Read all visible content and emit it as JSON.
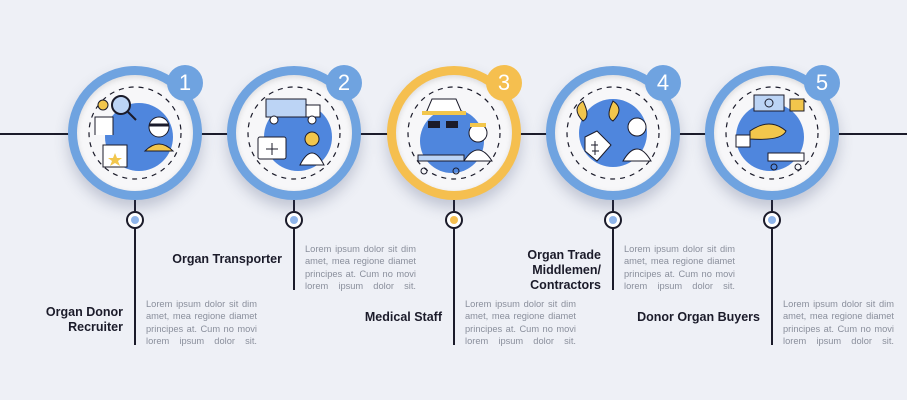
{
  "colors": {
    "ring_blue": "#6fa3e0",
    "ring_yellow": "#f5bf4f",
    "background": "#eef0f6",
    "accent_blob": "#4f86dd",
    "icon_yellow": "#f2c64c"
  },
  "steps": [
    {
      "number": "1",
      "title": "Organ Donor Recruiter",
      "body": "Lorem ipsum dolor sit dim amet, mea regione diamet principes at. Cum no movi lorem ipsum dolor sit.",
      "icon": "recruiter-icon"
    },
    {
      "number": "2",
      "title": "Organ Transporter",
      "body": "Lorem ipsum dolor sit dim amet, mea regione diamet principes at. Cum no movi lorem ipsum dolor sit.",
      "icon": "transport-truck-icon"
    },
    {
      "number": "3",
      "title": "Medical Staff",
      "body": "Lorem ipsum dolor sit dim amet, mea regione diamet principes at. Cum no movi lorem ipsum dolor sit.",
      "icon": "medical-staff-icon"
    },
    {
      "number": "4",
      "title": "Organ Trade Middlemen/ Contractors",
      "body": "Lorem ipsum dolor sit dim amet, mea regione diamet principes at. Cum no movi lorem ipsum dolor sit.",
      "icon": "kidney-price-tag-icon"
    },
    {
      "number": "5",
      "title": "Donor Organ Buyers",
      "body": "Lorem ipsum dolor sit dim amet, mea regione diamet principes at. Cum no movi lorem ipsum dolor sit.",
      "icon": "money-organ-buyer-icon"
    }
  ]
}
